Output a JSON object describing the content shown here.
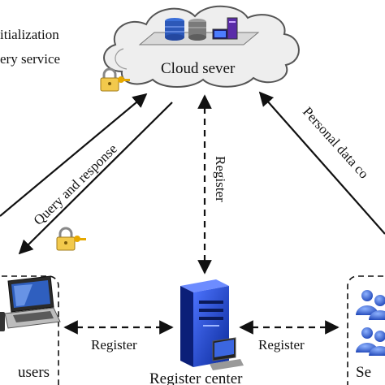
{
  "labels": {
    "legend_line1": "itialization",
    "legend_line2": "ery service",
    "cloud": "Cloud sever",
    "query_response": "Query and response",
    "register_vertical": "Register",
    "personal_data": "Personal data co",
    "register_left": "Register",
    "register_right": "Register",
    "users": "users",
    "register_center": "Register center",
    "right_partial": "Se"
  },
  "icons": {
    "lock_top": "padlock-key-icon",
    "lock_mid": "padlock-key-icon",
    "cloud_servers": "server-storage-icon",
    "laptop": "laptop-icon",
    "register_server": "tower-server-icon",
    "people": "user-group-icon"
  },
  "colors": {
    "line": "#111111",
    "cloud_fill": "#eeeeee",
    "server_blue": "#1e3fbf",
    "person_blue": "#2b59c3"
  }
}
